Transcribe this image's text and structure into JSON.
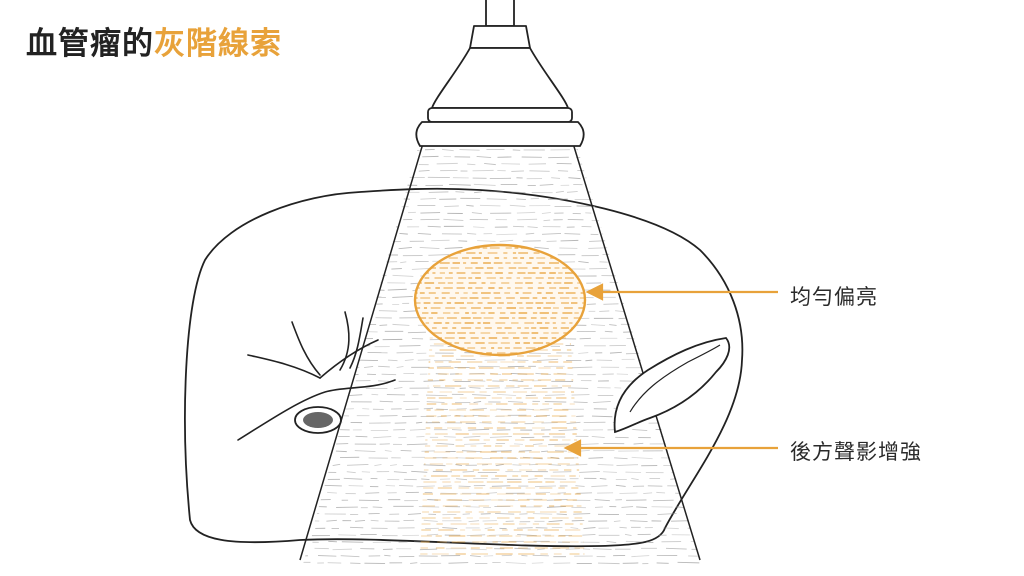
{
  "title": {
    "part1": "血管瘤的",
    "part2": "灰階線索"
  },
  "colors": {
    "accent": "#e8a23a",
    "line": "#222222",
    "echo": "#9a9a9a"
  },
  "annotations": {
    "lesion": "均勻偏亮",
    "enhancement": "後方聲影增強"
  },
  "icons": {
    "probe": "ultrasound-probe-icon"
  }
}
